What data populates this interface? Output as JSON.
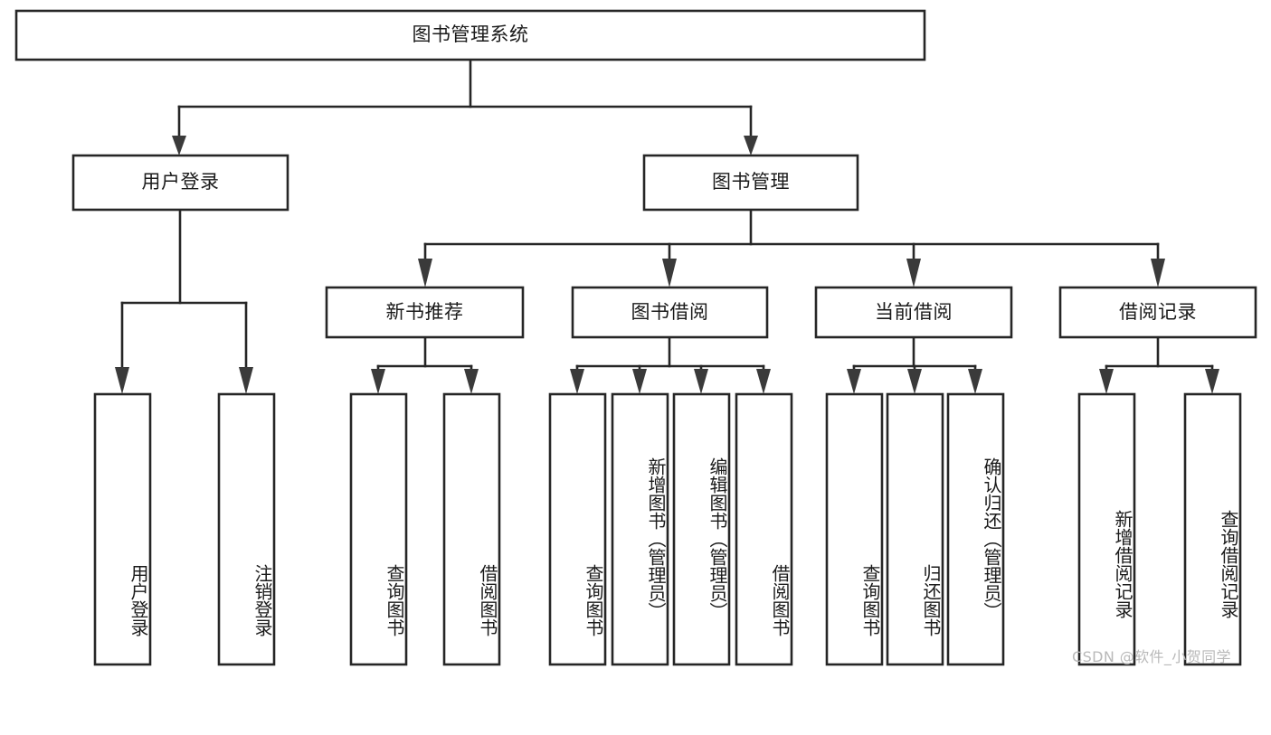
{
  "diagram": {
    "type": "tree-hierarchy",
    "title_node": {
      "id": "root",
      "label": "图书管理系统"
    },
    "level2": [
      {
        "id": "user-login",
        "label": "用户登录"
      },
      {
        "id": "book-manage",
        "label": "图书管理"
      }
    ],
    "level3": [
      {
        "id": "new-book-recommend",
        "label": "新书推荐",
        "parent": "book-manage"
      },
      {
        "id": "book-borrow",
        "label": "图书借阅",
        "parent": "book-manage"
      },
      {
        "id": "current-borrow",
        "label": "当前借阅",
        "parent": "book-manage"
      },
      {
        "id": "borrow-record",
        "label": "借阅记录",
        "parent": "book-manage"
      }
    ],
    "leaves": [
      {
        "id": "leaf-user-login",
        "label": "用户登录",
        "parent": "user-login"
      },
      {
        "id": "leaf-user-logout",
        "label": "注销登录",
        "parent": "user-login"
      },
      {
        "id": "leaf-rec-query-book",
        "label": "查询图书",
        "parent": "new-book-recommend"
      },
      {
        "id": "leaf-rec-borrow-book",
        "label": "借阅图书",
        "parent": "new-book-recommend"
      },
      {
        "id": "leaf-bb-query-book",
        "label": "查询图书",
        "parent": "book-borrow"
      },
      {
        "id": "leaf-bb-add-book",
        "label": "新增图书（管理员）",
        "parent": "book-borrow"
      },
      {
        "id": "leaf-bb-edit-book",
        "label": "编辑图书（管理员）",
        "parent": "book-borrow"
      },
      {
        "id": "leaf-bb-borrow-book",
        "label": "借阅图书",
        "parent": "book-borrow"
      },
      {
        "id": "leaf-cb-query-book",
        "label": "查询图书",
        "parent": "current-borrow"
      },
      {
        "id": "leaf-cb-return-book",
        "label": "归还图书",
        "parent": "current-borrow"
      },
      {
        "id": "leaf-cb-confirm-return",
        "label": "确认归还（管理员）",
        "parent": "current-borrow"
      },
      {
        "id": "leaf-br-add-record",
        "label": "新增借阅记录",
        "parent": "borrow-record"
      },
      {
        "id": "leaf-br-query-record",
        "label": "查询借阅记录",
        "parent": "borrow-record"
      }
    ]
  },
  "watermark": {
    "text": "CSDN @软件_小贺同学"
  },
  "colors": {
    "stroke": "#262626",
    "box_fill": "#ffffff",
    "text": "#1a1a1a",
    "watermark": "#b9b9b9",
    "background": "#ffffff"
  }
}
